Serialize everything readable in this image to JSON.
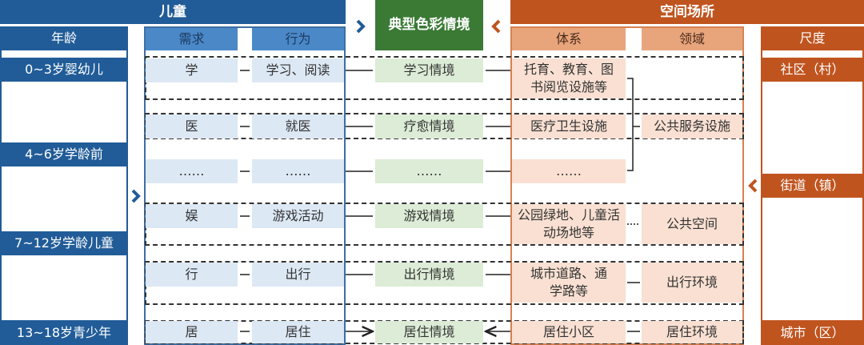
{
  "headers": {
    "children": "儿童",
    "scenario": "典型色彩情境",
    "space": "空间场所"
  },
  "subheaders": {
    "age": "年龄",
    "need": "需求",
    "behavior": "行为",
    "system": "体系",
    "domain": "领域",
    "scale": "尺度"
  },
  "ages": [
    "0~3岁婴幼儿",
    "4~6岁学龄前",
    "7~12岁学龄儿童",
    "13~18岁青少年"
  ],
  "rows": [
    {
      "need": "学",
      "behavior": "学习、阅读",
      "scenario": "学习情境",
      "system": "托育、教育、图书阅览设施等",
      "domain": ""
    },
    {
      "need": "医",
      "behavior": "就医",
      "scenario": "疗愈情境",
      "system": "医疗卫生设施",
      "domain": "公共服务设施"
    },
    {
      "need": "……",
      "behavior": "……",
      "scenario": "……",
      "system": "……",
      "domain": ""
    },
    {
      "need": "娱",
      "behavior": "游戏活动",
      "scenario": "游戏情境",
      "system": "公园绿地、儿童活动场地等",
      "domain": "公共空间"
    },
    {
      "need": "行",
      "behavior": "出行",
      "scenario": "出行情境",
      "system": "城市道路、通学路等",
      "domain": "出行环境"
    },
    {
      "need": "居",
      "behavior": "居住",
      "scenario": "居住情境",
      "system": "居住小区",
      "domain": "居住环境"
    }
  ],
  "scales": [
    "社区（村）",
    "街道（镇）",
    "城市（区）"
  ],
  "colors": {
    "blue": "#215c98",
    "green": "#3a7a35",
    "orange": "#c0541f"
  }
}
